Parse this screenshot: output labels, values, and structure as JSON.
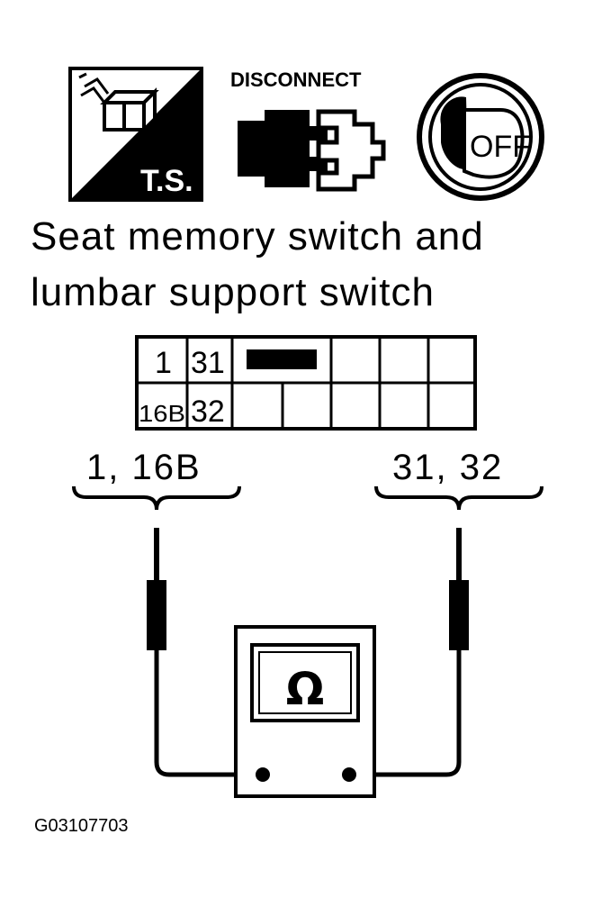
{
  "icons": {
    "test_symbol": {
      "name": "ts-harness-icon",
      "label": "T.S."
    },
    "disconnect": {
      "name": "disconnect-plug-icon",
      "label": "DISCONNECT"
    },
    "ignition": {
      "name": "ignition-key-off-icon",
      "label": "OFF"
    }
  },
  "title": {
    "line1": "Seat memory switch and",
    "line2": "lumbar support switch"
  },
  "connector": {
    "top_row": [
      "1",
      "31"
    ],
    "bottom_row": [
      "16B",
      "32"
    ]
  },
  "probes": {
    "left_label": "1, 16B",
    "right_label": "31, 32"
  },
  "meter": {
    "symbol": "Ω"
  },
  "figure_code": "G03107703"
}
